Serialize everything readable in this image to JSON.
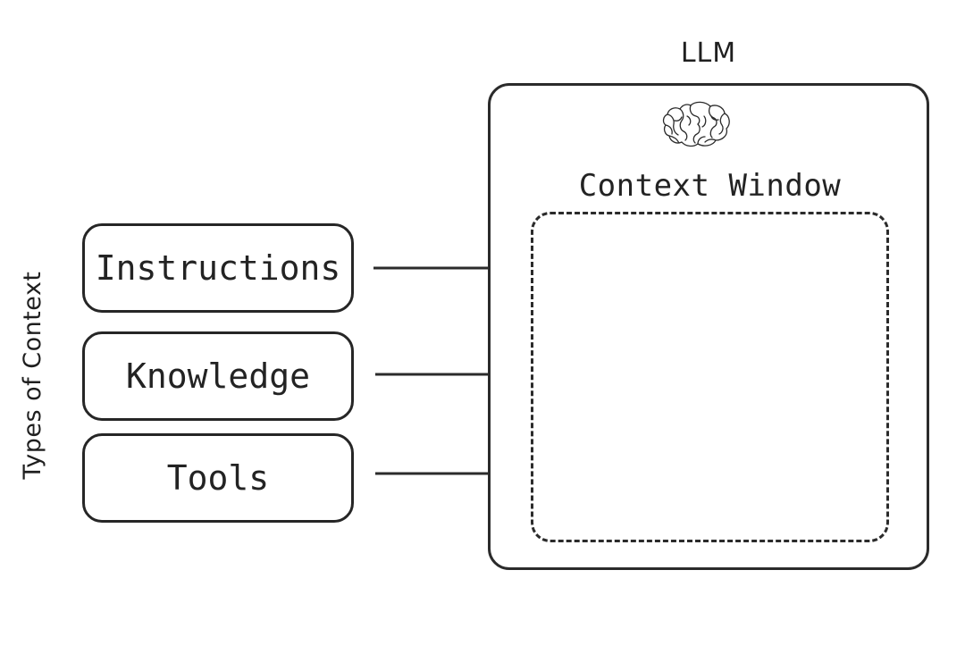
{
  "diagram": {
    "title": "LLM context diagram",
    "background_color": "#ffffff",
    "stroke_color": "#2b2b2b",
    "text_color": "#232323"
  },
  "left_axis": {
    "label": "Types of Context",
    "orientation": "vertical-rotated-90-ccw"
  },
  "context_types": [
    {
      "label": "Instructions",
      "arrow_to": "context-window"
    },
    {
      "label": "Knowledge",
      "arrow_to": "context-window"
    },
    {
      "label": "Tools",
      "arrow_to": "context-window"
    }
  ],
  "llm": {
    "title": "LLM",
    "icon": "brain-icon",
    "context_window": {
      "label": "Context Window",
      "border_style": "dashed",
      "contents": ""
    }
  },
  "arrows": {
    "count": 3,
    "direction": "left-to-right",
    "head": "open-arrowhead"
  }
}
